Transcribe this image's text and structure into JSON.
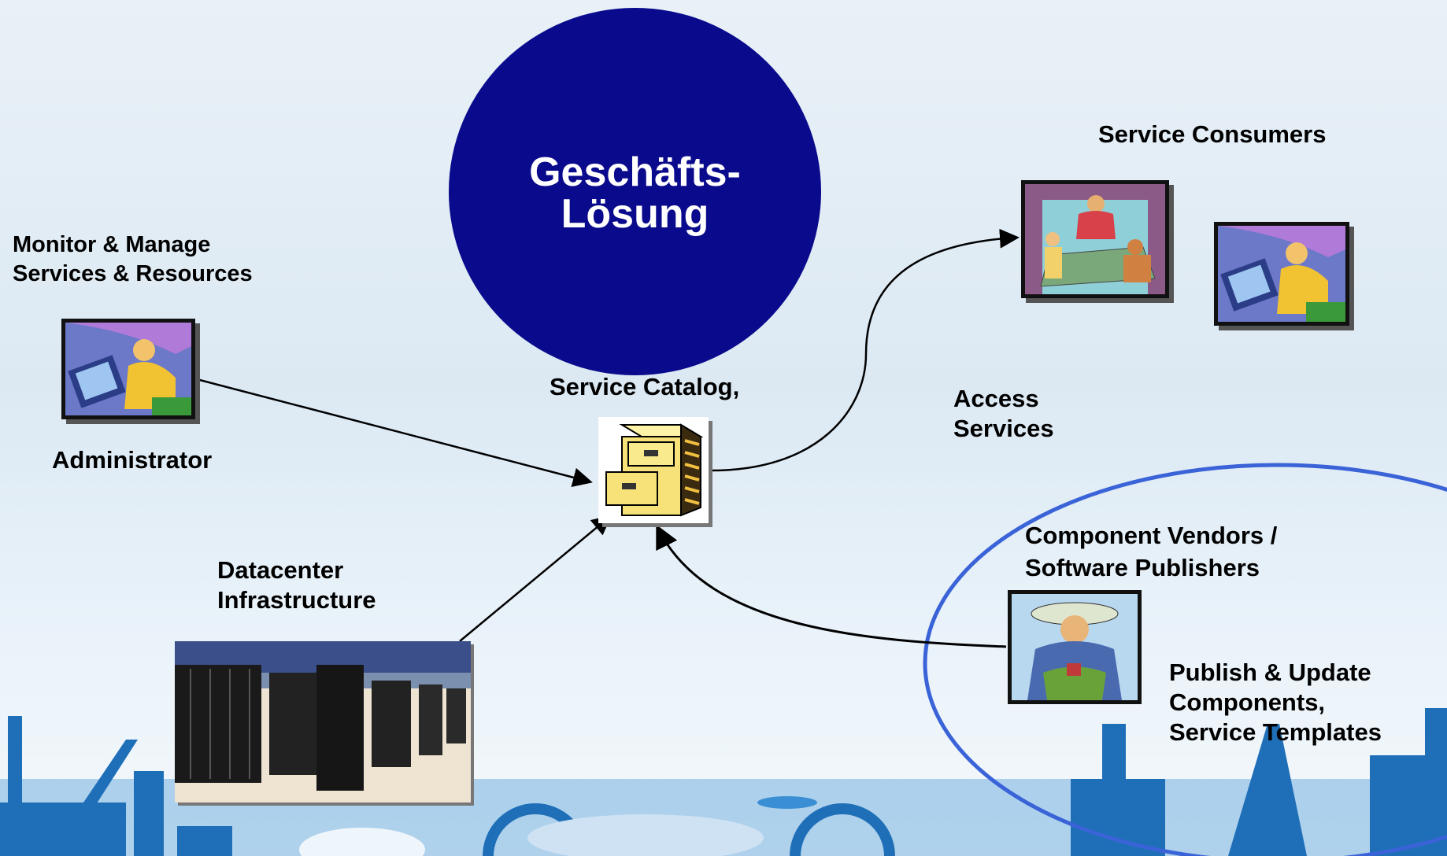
{
  "circle": {
    "line1": "Geschäfts-",
    "line2": "Lösung"
  },
  "labels": {
    "monitor_line1": "Monitor & Manage",
    "monitor_line2": "Services & Resources",
    "administrator": "Administrator",
    "service_catalog": "Service Catalog,",
    "datacenter_line1": "Datacenter",
    "datacenter_line2": "Infrastructure",
    "service_consumers": "Service Consumers",
    "access_line1": "Access",
    "access_line2": "Services",
    "vendors_line1": "Component Vendors /",
    "vendors_line2": "Software Publishers",
    "publish_line1": "Publish & Update",
    "publish_line2": "Components,",
    "publish_line3": "Service Templates"
  },
  "icons": {
    "admin": "admin-computer-user-icon",
    "meeting": "meeting-people-icon",
    "consumer": "consumer-computer-user-icon",
    "catalog": "filing-cabinet-icon",
    "datacenter": "datacenter-server-racks-image",
    "vendor": "vendor-farmer-icon"
  },
  "colors": {
    "circle_fill": "#0a0a8c",
    "ellipse_stroke": "#3a63d8",
    "text": "#000000",
    "circle_text": "#ffffff"
  }
}
